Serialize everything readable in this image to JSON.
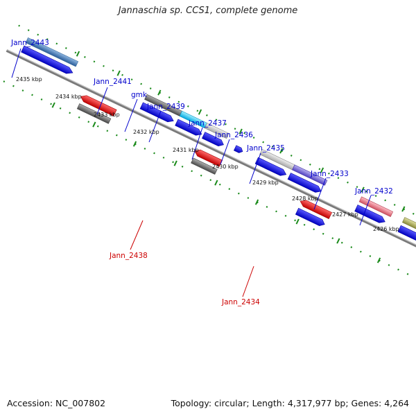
{
  "title": "Jannaschia sp. CCS1, complete genome",
  "footer": {
    "accession": "Accession: NC_007802",
    "topology": "Topology: circular; Length: 4,317,977 bp; Genes: 4,264"
  },
  "colors": {
    "backbone": "#7a7a7a",
    "tick": "#1a8a1a",
    "gene_label": "#0000cc",
    "reverse_label": "#cc0000",
    "cds_forward": "#1111dd",
    "cds_reverse": "#dd1111"
  },
  "kbp_labels": [
    "2435 kbp",
    "2434 kbp",
    "2433 kbp",
    "2432 kbp",
    "2431 kbp",
    "2430 kbp",
    "2429 kbp",
    "2428 kbp",
    "2427 kbp",
    "2426 kbp"
  ],
  "genes_top": [
    "Jann_2443",
    "Jann_2441",
    "gmk",
    "Jann_2439",
    "Jann_2437",
    "Jann_2436",
    "Jann_2435",
    "Jann_2433",
    "Jann_2432"
  ],
  "genes_bottom": [
    "Jann_2438",
    "Jann_2434"
  ]
}
